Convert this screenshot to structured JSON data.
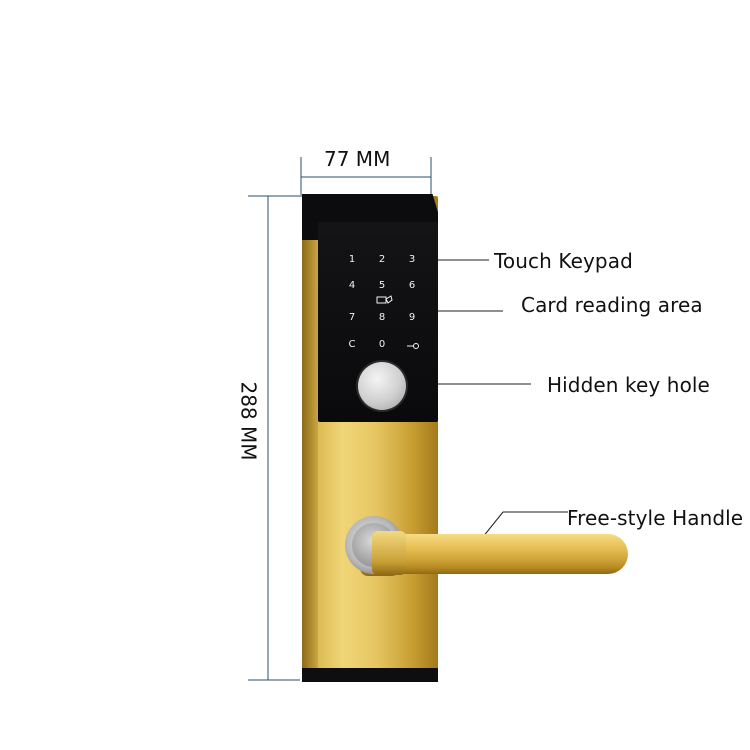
{
  "dimensions": {
    "width_label": "77 MM",
    "height_label": "288 MM"
  },
  "callouts": {
    "touch_keypad": "Touch Keypad",
    "card_reading_area": "Card reading area",
    "hidden_key_hole": "Hidden key hole",
    "free_style_handle": "Free-style Handle"
  },
  "keypad": {
    "row1": [
      "1",
      "2",
      "3"
    ],
    "row2": [
      "4",
      "5",
      "6"
    ],
    "row3": [
      "7",
      "8",
      "9"
    ],
    "row4": [
      "C",
      "0",
      "key-symbol"
    ]
  },
  "colors": {
    "dimension_line": "#2b4c6f",
    "callout_line": "#222222",
    "gold": "#e6c561",
    "black_cap": "#0c0c0e"
  }
}
